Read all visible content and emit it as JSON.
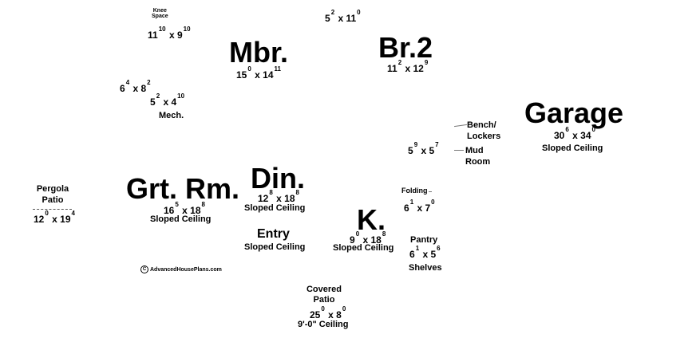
{
  "rooms": {
    "knee": {
      "l1": "Knee",
      "l2": "Space",
      "w": "11",
      "wi": "10",
      "x": "x",
      "d": "9",
      "di": "10"
    },
    "top_closet": {
      "w": "5",
      "wi": "2",
      "d": "11",
      "di": "0"
    },
    "mbr": {
      "name": "Mbr.",
      "w": "15",
      "wi": "0",
      "d": "14",
      "di": "11"
    },
    "br2": {
      "name": "Br.2",
      "w": "11",
      "wi": "2",
      "d": "12",
      "di": "9"
    },
    "closet_a": {
      "w": "6",
      "wi": "4",
      "d": "8",
      "di": "2"
    },
    "closet_b": {
      "w": "5",
      "wi": "2",
      "d": "4",
      "di": "10"
    },
    "mech": {
      "name": "Mech."
    },
    "bench": {
      "l1": "Bench/",
      "l2": "Lockers"
    },
    "garage": {
      "name": "Garage",
      "w": "30",
      "wi": "6",
      "d": "34",
      "di": "0",
      "note": "Sloped Ceiling"
    },
    "mud": {
      "w": "5",
      "wi": "9",
      "d": "5",
      "di": "7",
      "l1": "Mud",
      "l2": "Room"
    },
    "pergola": {
      "l1": "Pergola",
      "l2": "Patio",
      "w": "12",
      "wi": "0",
      "d": "19",
      "di": "4"
    },
    "grt": {
      "name": "Grt. Rm.",
      "w": "16",
      "wi": "5",
      "d": "18",
      "di": "8",
      "note": "Sloped Ceiling"
    },
    "din": {
      "name": "Din.",
      "w": "12",
      "wi": "8",
      "d": "18",
      "di": "8",
      "note": "Sloped Ceiling"
    },
    "folding": {
      "name": "Folding",
      "w": "6",
      "wi": "1",
      "d": "7",
      "di": "0"
    },
    "k": {
      "name": "K.",
      "w": "9",
      "wi": "0",
      "d": "18",
      "di": "8",
      "note": "Sloped Ceiling"
    },
    "entry": {
      "name": "Entry",
      "note": "Sloped Ceiling"
    },
    "pantry": {
      "name": "Pantry",
      "w": "6",
      "wi": "1",
      "d": "5",
      "di": "6",
      "note": "Shelves"
    },
    "patio": {
      "l1": "Covered",
      "l2": "Patio",
      "w": "25",
      "wi": "0",
      "d": "8",
      "di": "0",
      "note": "9'-0\" Ceiling"
    }
  },
  "copyright": {
    "symbol": "C",
    "text": "AdvancedHousePlans.com"
  }
}
